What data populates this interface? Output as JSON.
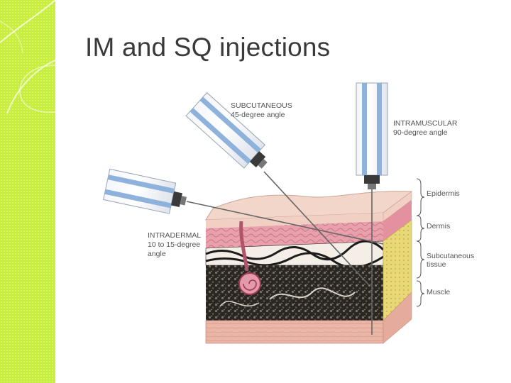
{
  "slide": {
    "title": "IM and SQ injections"
  },
  "diagram": {
    "needles": {
      "subcutaneous": {
        "name": "SUBCUTANEOUS",
        "angle": "45-degree angle"
      },
      "intramuscular": {
        "name": "INTRAMUSCULAR",
        "angle": "90-degree angle"
      },
      "intradermal": {
        "name": "INTRADERMAL",
        "angle_line1": "10 to 15-degree",
        "angle_line2": "angle"
      }
    },
    "layers": {
      "epidermis": "Epidermis",
      "dermis": "Dermis",
      "subcutaneous_line1": "Subcutaneous",
      "subcutaneous_line2": "tissue",
      "muscle": "Muscle"
    },
    "colors": {
      "sidebar": "#c6ee3a",
      "syringe_stripe": "#8fb2dc",
      "epidermis": "#f1cfc3",
      "dermis": "#e8a0ad",
      "fat": "#2a2622",
      "muscle": "#eab6a8",
      "yellow_side": "#e8d878"
    }
  }
}
